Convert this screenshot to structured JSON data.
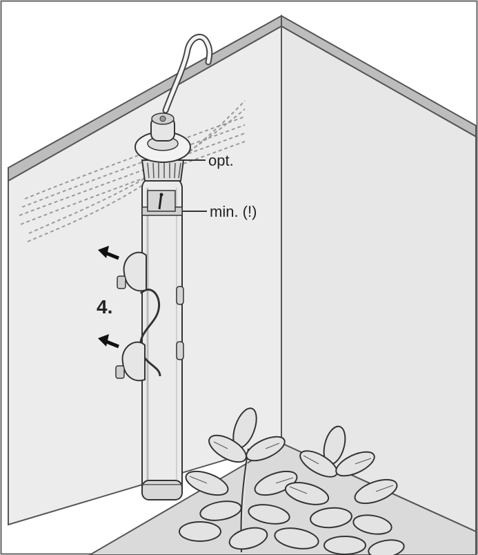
{
  "labels": {
    "opt": "opt.",
    "min": "min. (!)",
    "step": "4."
  },
  "colors": {
    "wall": "#ececec",
    "frame": "#555555",
    "heater": "#ebebeb",
    "floor": "#dcdcdc",
    "plant": "#e3e3e3",
    "outline": "#333333"
  },
  "icons": [
    "arrow-icon",
    "suction-cup-icon",
    "plant-icon",
    "water-ripple-icon"
  ]
}
